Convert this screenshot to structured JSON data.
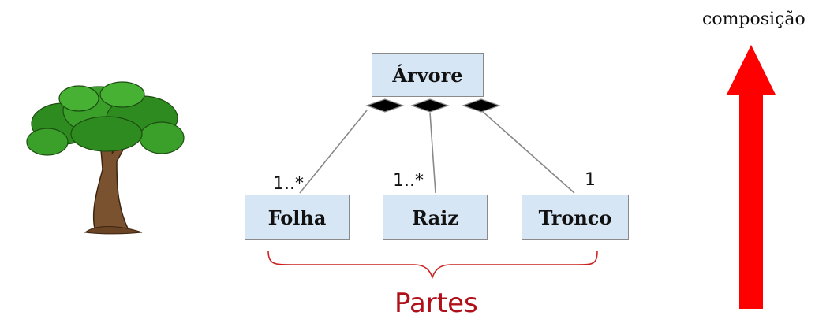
{
  "diagram": {
    "whole": {
      "label": "Árvore"
    },
    "parts": [
      {
        "label": "Folha",
        "multiplicity": "1..*"
      },
      {
        "label": "Raiz",
        "multiplicity": "1..*"
      },
      {
        "label": "Tronco",
        "multiplicity": "1"
      }
    ],
    "parts_label": "Partes",
    "arrow_label": "composição",
    "colors": {
      "box_fill": "#d6e6f5",
      "box_border": "#8a8a8a",
      "diamond": "#000000",
      "brace": "#cc2222",
      "parts_text": "#b0101a",
      "arrow": "#ff0000",
      "tree_foliage": "#2e8b1f",
      "tree_trunk": "#7a5230"
    },
    "icons": [
      "tree-illustration",
      "composition-diamond",
      "up-arrow"
    ]
  }
}
